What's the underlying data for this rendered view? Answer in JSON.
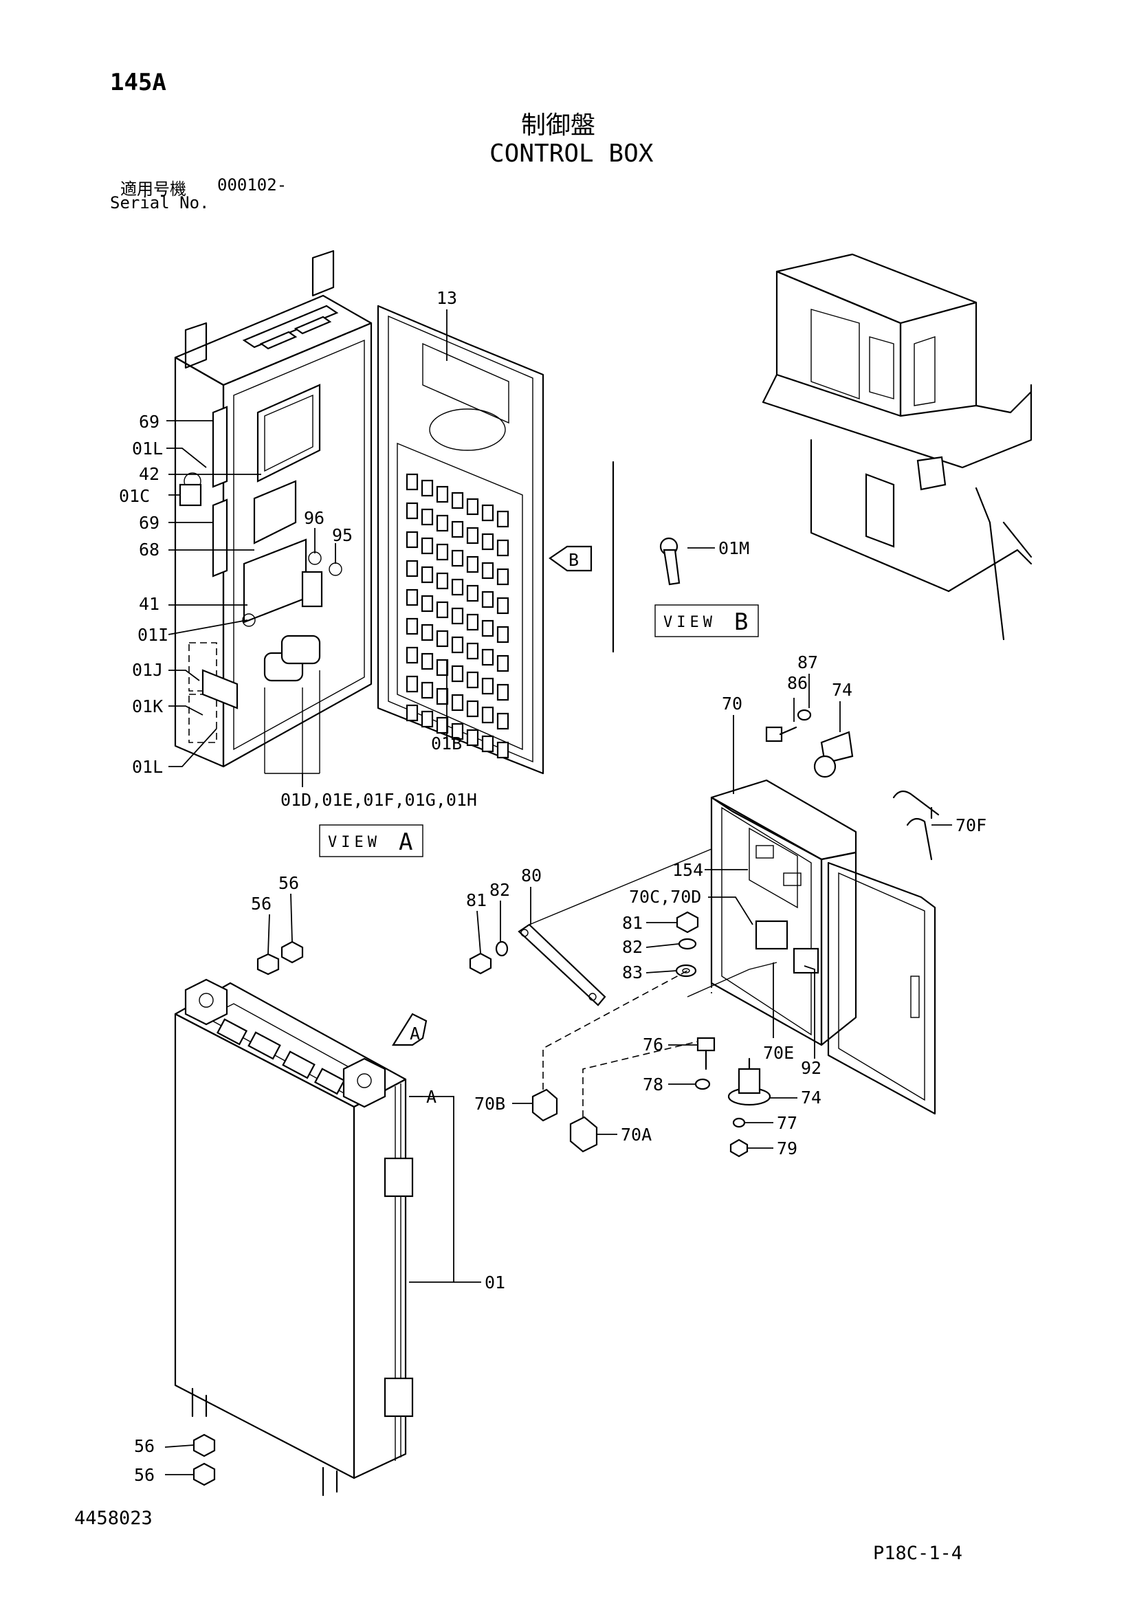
{
  "header": {
    "section_code": "145A",
    "title_jp": "制御盤",
    "title_en": "CONTROL BOX",
    "serial_label_jp": "適用号機",
    "serial_value": "000102-",
    "serial_label_en": "Serial No."
  },
  "views": {
    "view_a": {
      "word": "VIEW",
      "letter": "A"
    },
    "view_b": {
      "word": "VIEW",
      "letter": "B"
    },
    "arrow_a": "A",
    "arrow_b": "B",
    "ref_a": "A"
  },
  "callouts": {
    "c13": "13",
    "c69a": "69",
    "c01La": "01L",
    "c42": "42",
    "c01C": "01C",
    "c69b": "69",
    "c68": "68",
    "c96": "96",
    "c95": "95",
    "c41": "41",
    "c01I": "01I",
    "c01J": "01J",
    "c01K": "01K",
    "c01Lb": "01L",
    "c01DH": "01D,01E,01F,01G,01H",
    "c01B": "01B",
    "c01M": "01M",
    "c86": "86",
    "c87": "87",
    "c74a": "74",
    "c70": "70",
    "c70F": "70F",
    "c154": "154",
    "c70CD": "70C,70D",
    "c80": "80",
    "c82a": "82",
    "c81a": "81",
    "c81b": "81",
    "c82b": "82",
    "c83": "83",
    "c56a": "56",
    "c56b": "56",
    "c76": "76",
    "c70E": "70E",
    "c92": "92",
    "c78": "78",
    "c74b": "74",
    "c70B": "70B",
    "c77": "77",
    "c70A": "70A",
    "c79": "79",
    "c01": "01",
    "c56c": "56",
    "c56d": "56"
  },
  "footer": {
    "drawing_number": "4458023",
    "page_ref": "P18C-1-4"
  }
}
